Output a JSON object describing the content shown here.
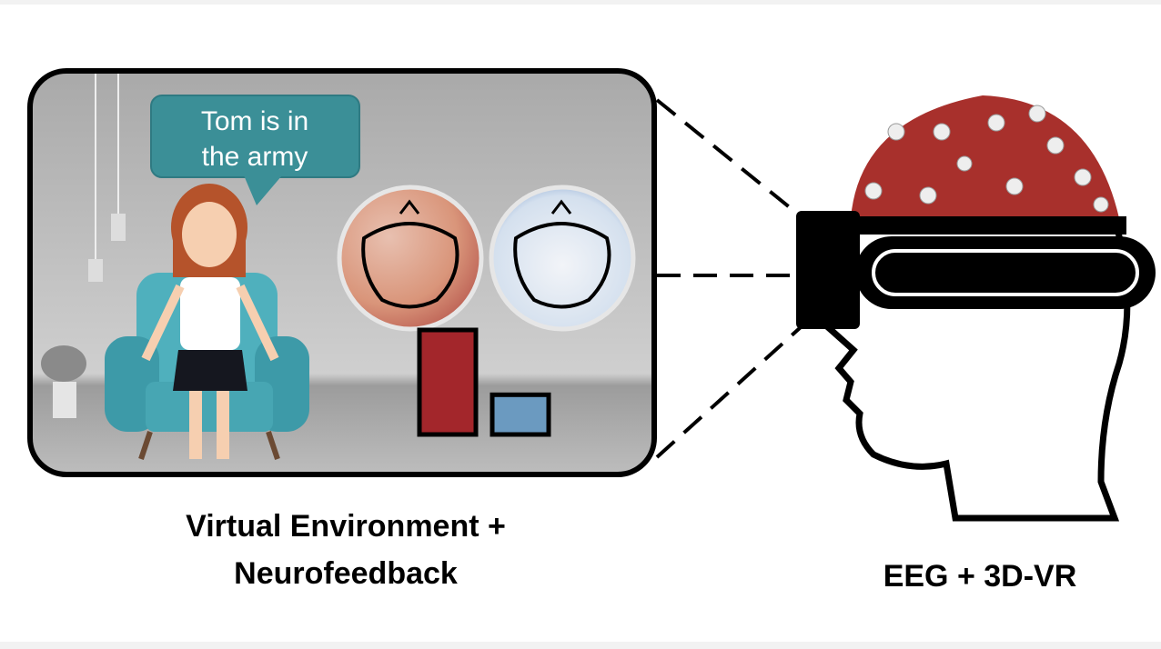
{
  "speech_bubble": {
    "line1": "Tom is in",
    "line2": "the army"
  },
  "captions": {
    "left_line1": "Virtual Environment +",
    "left_line2": "Neurofeedback",
    "right": "EEG + 3D-VR"
  },
  "feedback_bars": [
    {
      "name": "red",
      "color": "#a3262b",
      "level": 1.0
    },
    {
      "name": "blue",
      "color": "#6b9ac0",
      "level": 0.38
    }
  ],
  "colors": {
    "bubble": "#3b8f97",
    "cap": "#a8302c",
    "chair": "#4fb0bd"
  }
}
